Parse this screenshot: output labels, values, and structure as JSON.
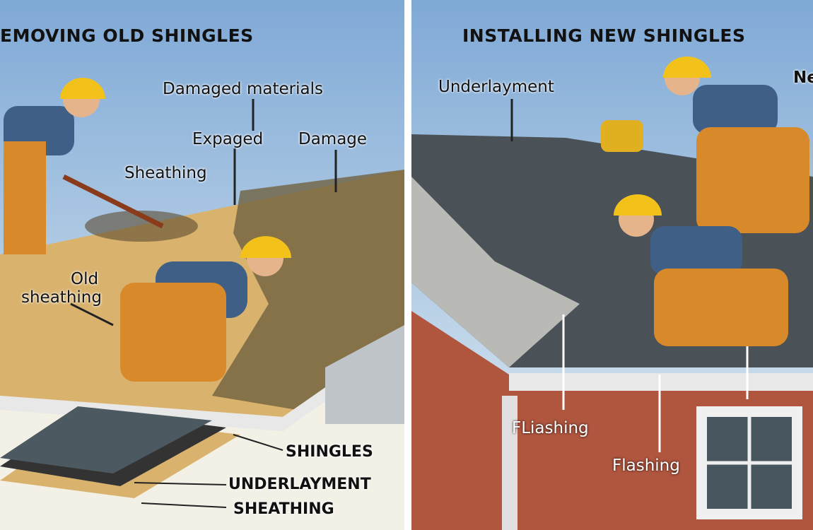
{
  "left_panel": {
    "title": "EMOVING OLD SHINGLES",
    "labels": {
      "damaged_materials": "Damaged materials",
      "expaged": "Expaged",
      "damage": "Damage",
      "sheathing": "Sheathing",
      "old_sheathing_line1": "Old",
      "old_sheathing_line2": "sheathing"
    },
    "layers": [
      "SHINGLES",
      "UNDERLAYMENT",
      "SHEATHING"
    ]
  },
  "right_panel": {
    "title": "INSTALLING NEW SHINGLES",
    "labels": {
      "underlayment": "Underlayment",
      "new_partial": "Ne",
      "fliashing": "FLiashing",
      "flashing": "Flashing"
    }
  },
  "colors": {
    "sky": "#a9c9e3",
    "wood": "#d9b36e",
    "shingle": "#4a5157",
    "brick": "#b0553e",
    "helmet": "#f2c21b",
    "overalls": "#d88a2a",
    "shirt": "#3f5f86"
  }
}
